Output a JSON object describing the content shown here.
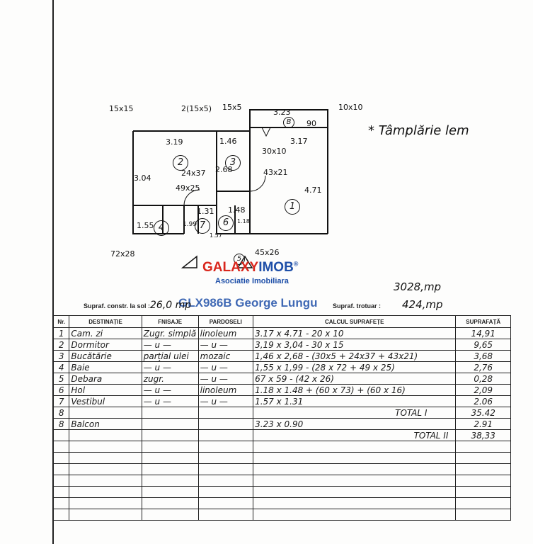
{
  "plan": {
    "dims": {
      "d1": "15x15",
      "d2": "2(15x5)",
      "d3": "15x5",
      "d4": "3.23",
      "d5": "10x10",
      "d6": "3.19",
      "d7": "1.46",
      "d8": "3.17",
      "d9": "30x10",
      "d10": "2.68",
      "d11": "43x21",
      "d12": "3.04",
      "d13": "24x37",
      "d14": "49x25",
      "d15": "4.71",
      "d16": "1.31",
      "d17": "1.48",
      "d18": "1.55",
      "d19": "72x28",
      "d20": "45x26",
      "d21": "90",
      "d22": "1.99",
      "d23": "1.57",
      "d24": "1.18"
    },
    "rooms": [
      "1",
      "2",
      "3",
      "4",
      "5",
      "6",
      "7",
      "B"
    ],
    "note": "* Tâmplărie lem"
  },
  "watermark": {
    "brand_a": "GALAXY",
    "brand_b": "IMOB",
    "registered": "®",
    "tagline": "Asociatie Imobiliara",
    "agent": "GLX986B George Lungu"
  },
  "header": {
    "constr_label": "Supraf. constr. la sol :",
    "constr_value": "26,0 mp",
    "trotuar_label": "Supraf. trotuar :",
    "trotuar_value": "424,mp",
    "total_value": "3028,mp"
  },
  "table": {
    "columns": [
      "Nr.",
      "DESTINAȚIE",
      "FNISAJE",
      "PARDOSELI",
      "CALCUL SUPRAFEȚE",
      "SUPRAFAȚĂ"
    ],
    "rows": [
      {
        "nr": "1",
        "dest": "Cam. zi",
        "fin": "Zugr. simplă",
        "par": "linoleum",
        "calc": "3.17 x 4.71 - 20 x 10",
        "sup": "14,91"
      },
      {
        "nr": "2",
        "dest": "Dormitor",
        "fin": "— u —",
        "par": "— u —",
        "calc": "3,19 x 3,04 - 30 x 15",
        "sup": "9,65"
      },
      {
        "nr": "3",
        "dest": "Bucătărie",
        "fin": "parțial ulei",
        "par": "mozaic",
        "calc": "1,46 x 2,68 - (30x5 + 24x37 + 43x21)",
        "sup": "3,68"
      },
      {
        "nr": "4",
        "dest": "Baie",
        "fin": "— u —",
        "par": "— u —",
        "calc": "1,55 x 1,99 - (28 x 72 + 49 x 25)",
        "sup": "2,76"
      },
      {
        "nr": "5",
        "dest": "Debara",
        "fin": "zugr.",
        "par": "— u —",
        "calc": "67 x 59 - (42 x 26)",
        "sup": "0,28"
      },
      {
        "nr": "6",
        "dest": "Hol",
        "fin": "— u —",
        "par": "linoleum",
        "calc": "1.18 x 1.48 + (60 x 73) + (60 x 16)",
        "sup": "2,09"
      },
      {
        "nr": "7",
        "dest": "Vestibul",
        "fin": "— u —",
        "par": "— u —",
        "calc": "1.57 x 1.31",
        "sup": "2.06"
      },
      {
        "nr": "8",
        "dest": "",
        "fin": "",
        "par": "",
        "calc": "TOTAL I",
        "sup": "35.42"
      },
      {
        "nr": "8",
        "dest": "Balcon",
        "fin": "",
        "par": "",
        "calc": "3.23 x 0.90",
        "sup": "2.91"
      },
      {
        "nr": "",
        "dest": "",
        "fin": "",
        "par": "",
        "calc": "TOTAL II",
        "sup": "38,33"
      },
      {
        "nr": "",
        "dest": "",
        "fin": "",
        "par": "",
        "calc": "",
        "sup": ""
      },
      {
        "nr": "",
        "dest": "",
        "fin": "",
        "par": "",
        "calc": "",
        "sup": ""
      },
      {
        "nr": "",
        "dest": "",
        "fin": "",
        "par": "",
        "calc": "",
        "sup": ""
      },
      {
        "nr": "",
        "dest": "",
        "fin": "",
        "par": "",
        "calc": "",
        "sup": ""
      },
      {
        "nr": "",
        "dest": "",
        "fin": "",
        "par": "",
        "calc": "",
        "sup": ""
      },
      {
        "nr": "",
        "dest": "",
        "fin": "",
        "par": "",
        "calc": "",
        "sup": ""
      },
      {
        "nr": "",
        "dest": "",
        "fin": "",
        "par": "",
        "calc": "",
        "sup": ""
      }
    ]
  },
  "colors": {
    "ink": "#111111",
    "brand_red": "#d9261c",
    "brand_blue": "#1e4fa8"
  }
}
